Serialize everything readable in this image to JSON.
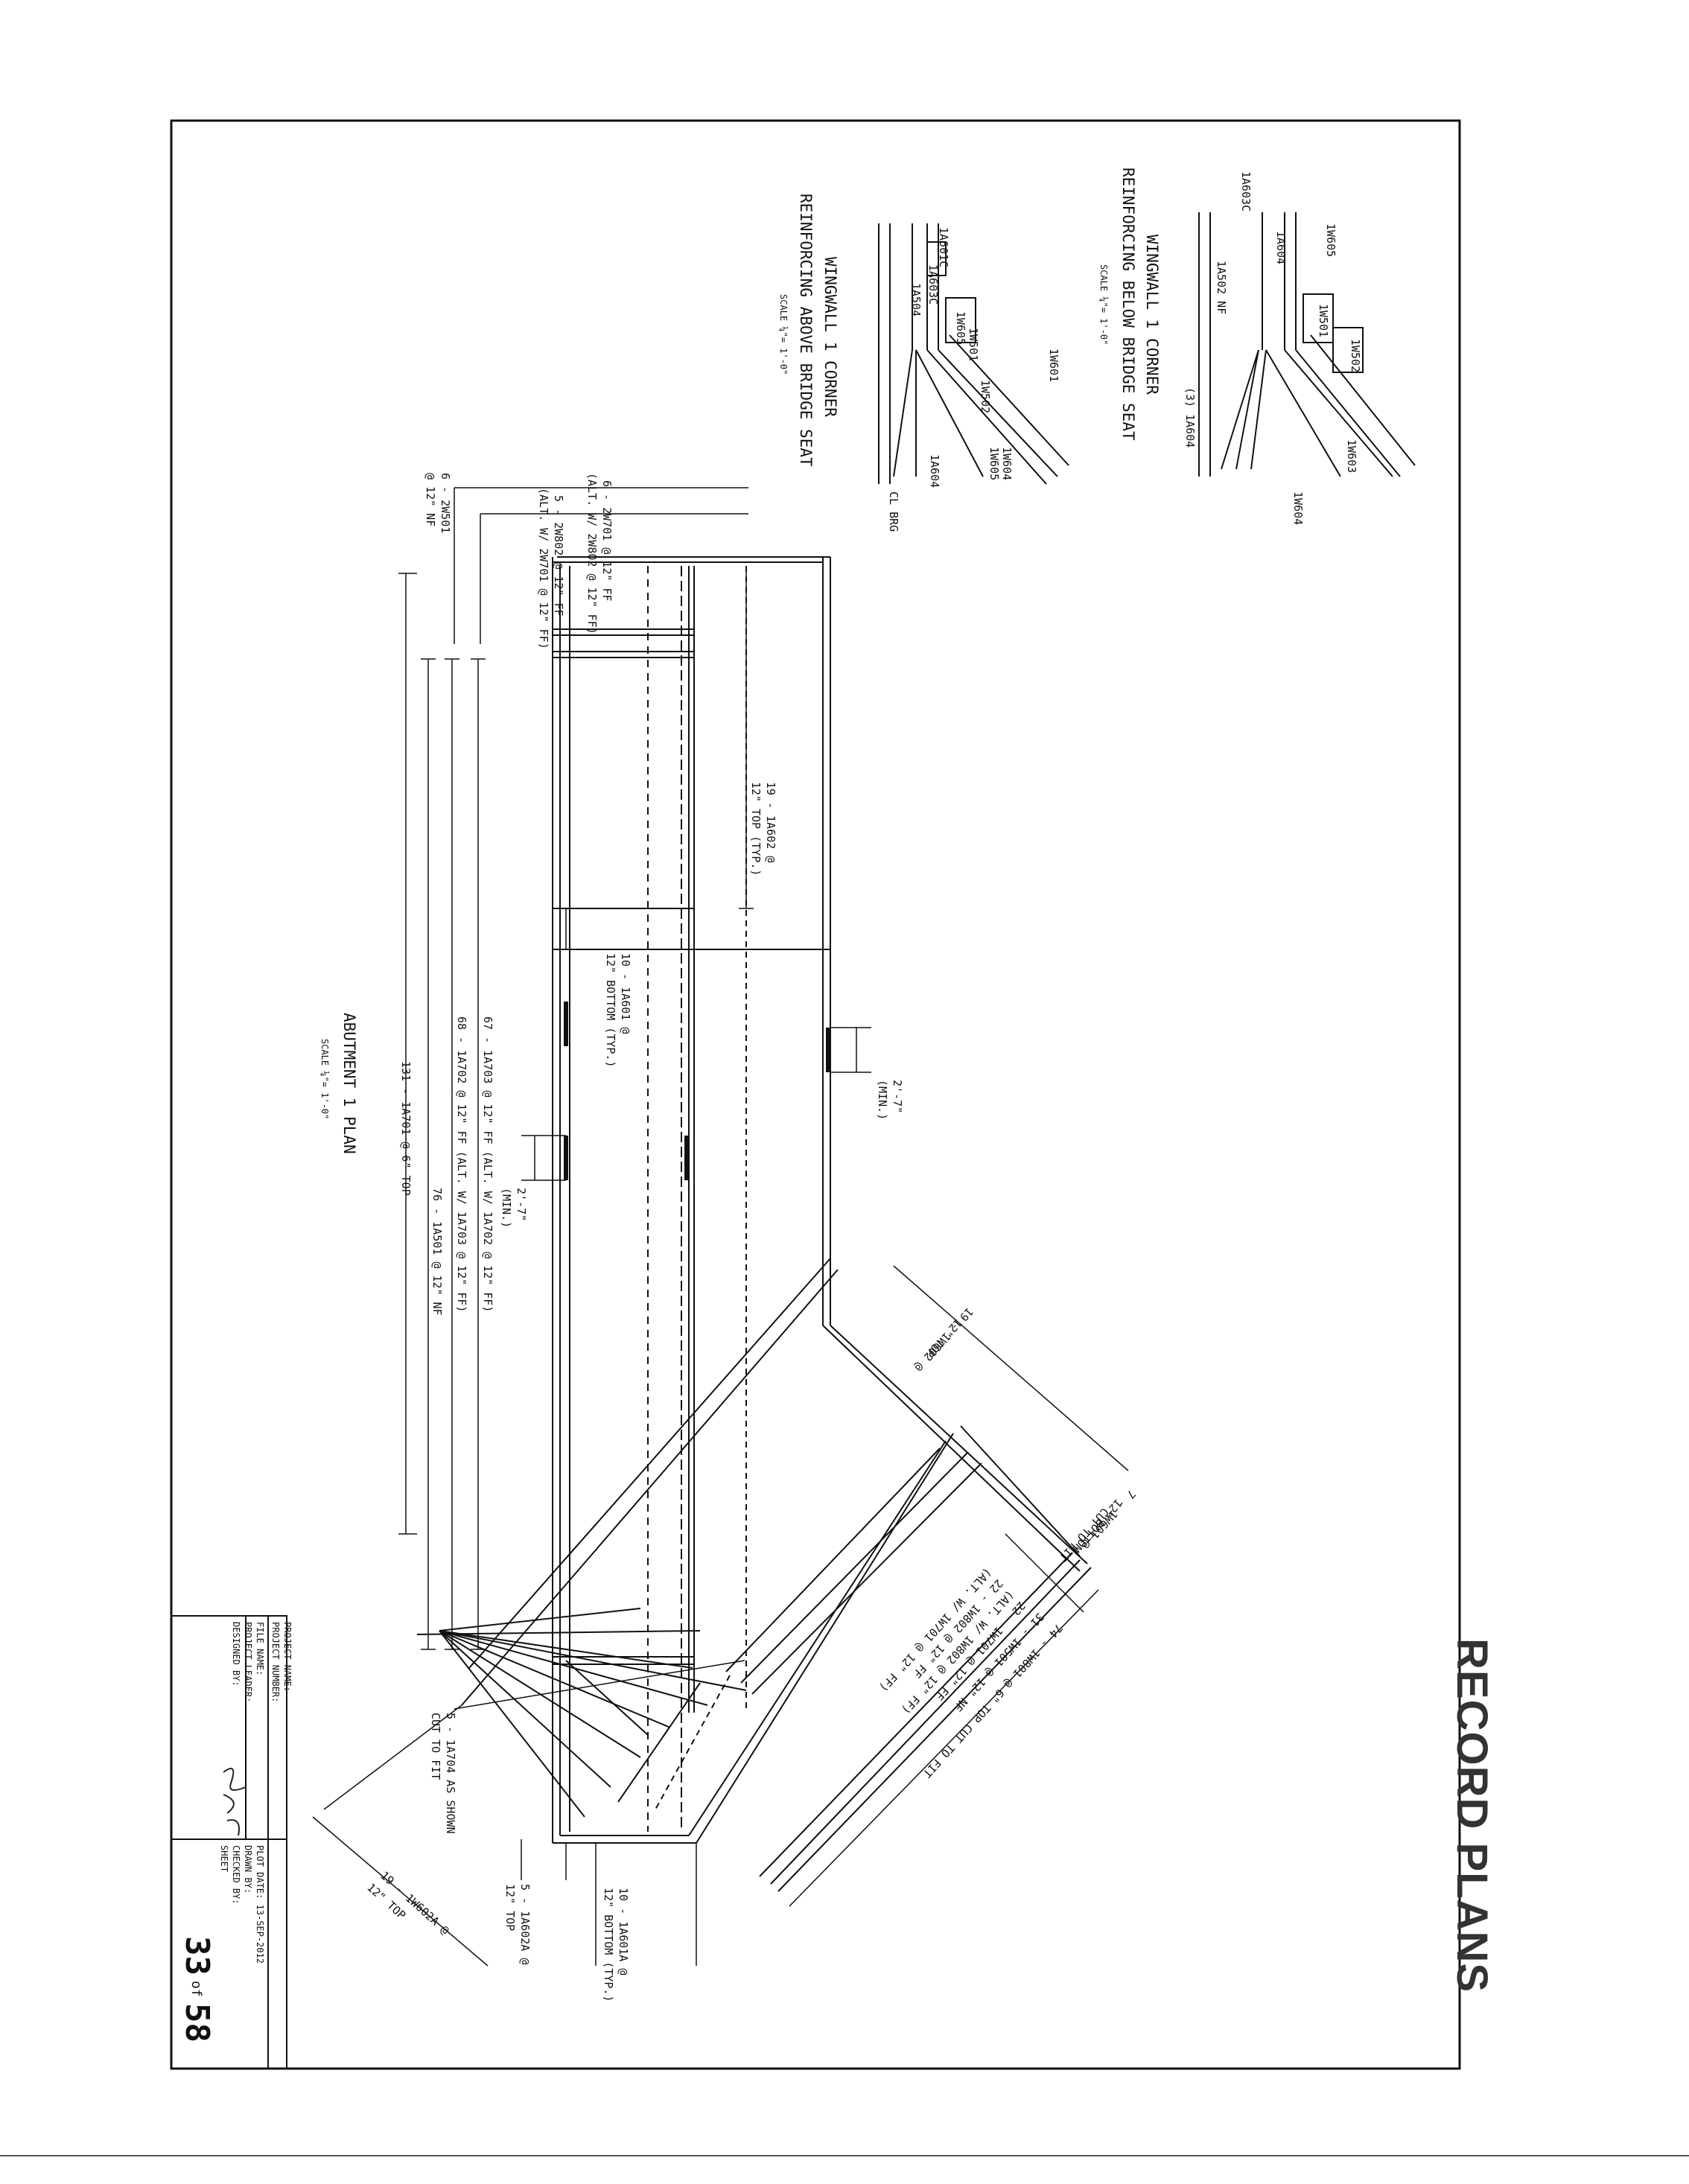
{
  "stamp": {
    "label": "RECORD PLANS"
  },
  "titles": {
    "plan": {
      "title": "ABUTMENT 1 PLAN",
      "scale": "SCALE ¼\"= 1'-0\""
    },
    "below": {
      "title1": "WINGWALL 1 CORNER",
      "title2": "REINFORCING BELOW BRIDGE SEAT",
      "scale": "SCALE ¼\"= 1'-0\""
    },
    "above": {
      "title1": "WINGWALL 1 CORNER",
      "title2": "REINFORCING ABOVE BRIDGE SEAT",
      "scale": "SCALE ¼\"= 1'-0\""
    }
  },
  "callouts": {
    "w701": {
      "l1": "6 - 2W701 @ 12\" FF",
      "l2": "(ALT. W/ 2W802 @ 12\" FF)"
    },
    "w802": {
      "l1": "5 - 2W802 @ 12\" FF",
      "l2": "(ALT. W/ 2W701 @ 12\" FF)"
    },
    "w501": {
      "l1": "6 - 2W501",
      "l2": "@ 12\" NF"
    },
    "a602": {
      "l1": "19 - 1A602 @",
      "l2": "12\" TOP (TYP.)"
    },
    "a601": {
      "l1": "10 - 1A601 @",
      "l2": "12\" BOTTOM (TYP.)"
    },
    "min1": {
      "l1": "2'-7\"",
      "l2": "(MIN.)"
    },
    "min2": {
      "l1": "2'-7\"",
      "l2": "(MIN.)"
    },
    "a703": "67 - 1A703 @ 12\" FF (ALT. W/ 1A702 @ 12\" FF)",
    "a702": "68 - 1A702 @ 12\" FF (ALT. W/ 1A703 @ 12\" FF)",
    "a501": "76 - 1A501 @ 12\" NF",
    "a701": "131 - 1A701 @ 6\" TOP",
    "w602": {
      "l1": "19 - 1W602 @",
      "l2": "12\" TOP"
    },
    "w601": {
      "l1": "7 - 1W601 @",
      "l2": "12\" BOTTOM",
      "l3": "CUT TO FIT"
    },
    "w801": "74 - 1W801 @ 6\" TOP CUT TO FIT",
    "w501b": "31 - 1W501 @ 12\" NF",
    "w701b": {
      "l1": "22 - 1W701 @ 12\" FF",
      "l2": "(ALT. W/ 1W802 @ 12\" FF)"
    },
    "w802b": {
      "l1": "22 - 1W802 @ 12\" FF",
      "l2": "(ALT. W/ 1W701 @ 12\" FF)"
    },
    "a704": {
      "l1": "5 - 1A704 AS SHOWN",
      "l2": "CUT TO FIT"
    },
    "a602a": {
      "l1": "5 - 1A602A @",
      "l2": "12\" TOP"
    },
    "a601a": {
      "l1": "10 - 1A601A @",
      "l2": "12\" BOTTOM (TYP.)"
    },
    "w602a": {
      "l1": "19 - 1W602A @",
      "l2": "12\" TOP"
    }
  },
  "detail_labels": {
    "below": [
      "1A603C",
      "1W605",
      "1A604",
      "1A502 NF",
      "1W501",
      "1W502",
      "1W603",
      "(3) 1A604",
      "1W604"
    ],
    "above": [
      "1A601C",
      "1A603C",
      "1A504",
      "1W605",
      "1W501",
      "1W502",
      "1W601",
      "1W604",
      "1W605",
      "1A604",
      "CL BRG"
    ]
  },
  "title_block": {
    "project_name": "PROJECT NAME:",
    "project_number": "PROJECT NUMBER:",
    "file_name": "FILE NAME:",
    "project_leader": "PROJECT LEADER:",
    "designed_by": "DESIGNED BY:",
    "plot_date": "PLOT DATE: 13-SEP-2012",
    "drawn_by": "DRAWN BY:",
    "checked_by": "CHECKED BY:",
    "sheet": "SHEET",
    "sheet_no": "33",
    "of": "of",
    "total": "58"
  }
}
